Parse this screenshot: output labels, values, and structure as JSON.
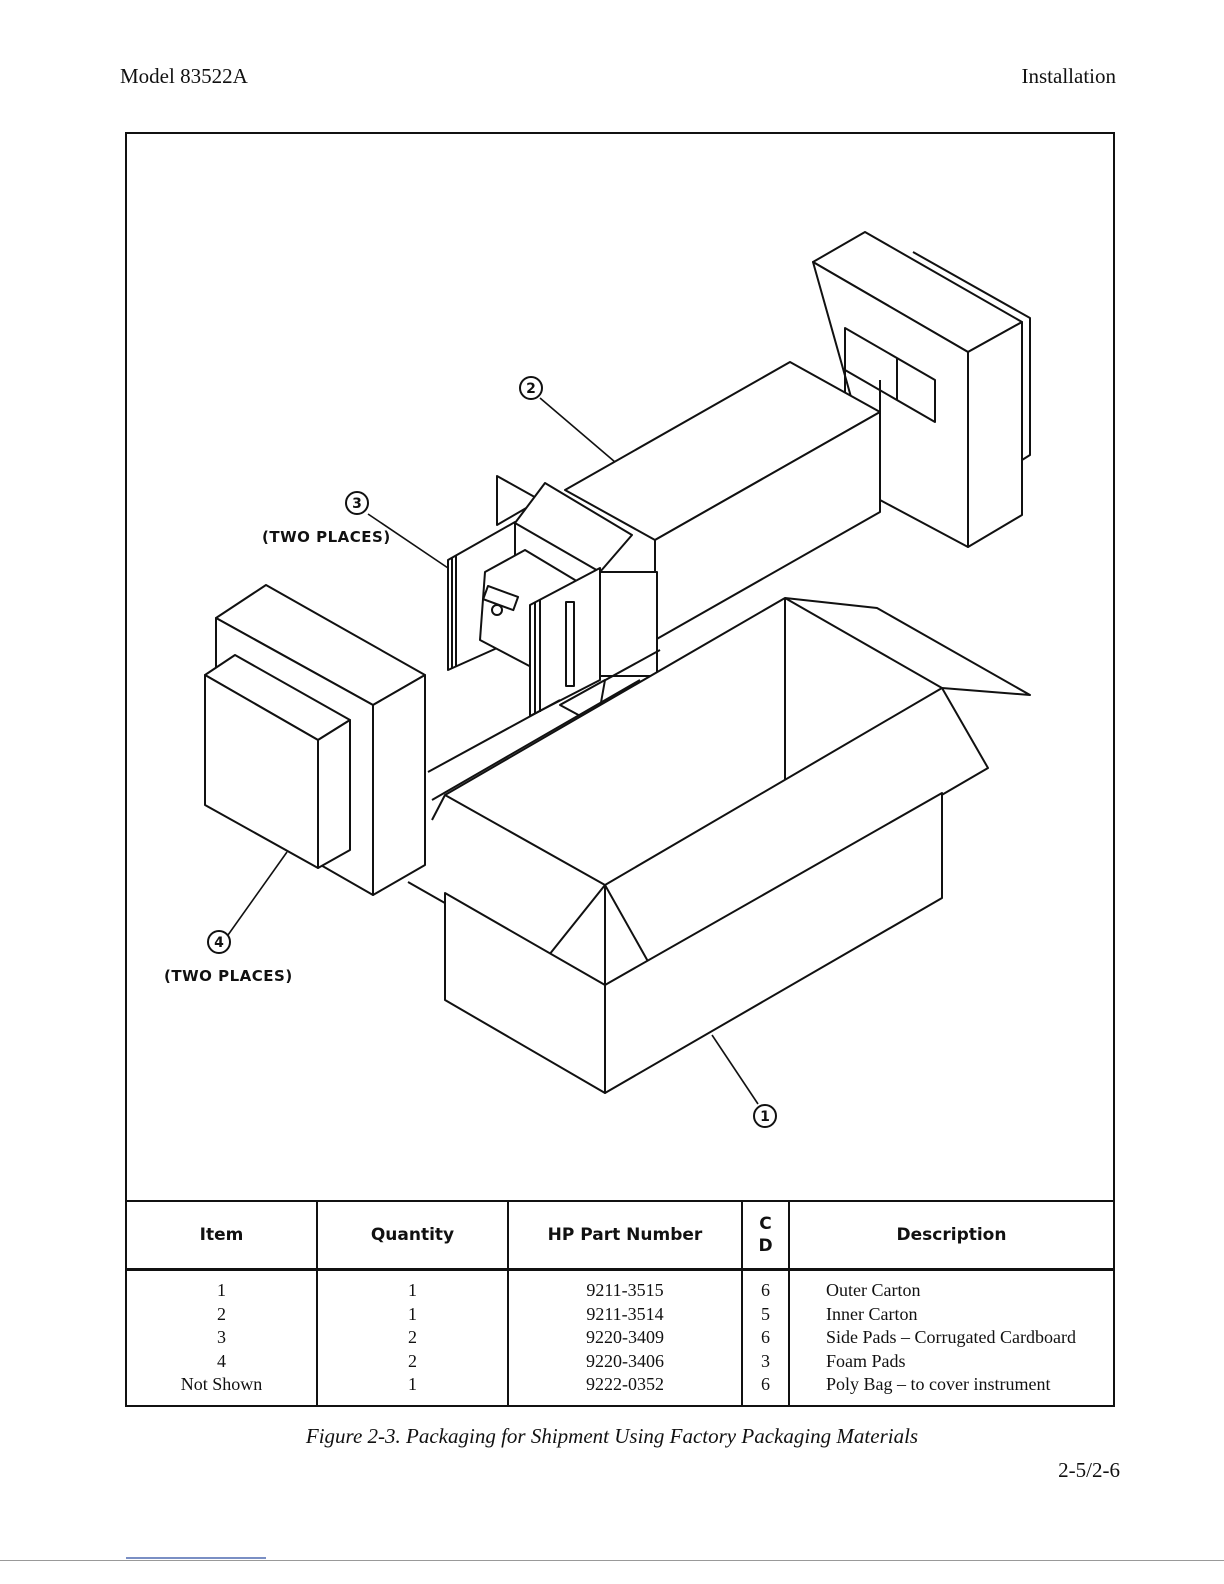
{
  "header": {
    "left": "Model 83522A",
    "right": "Installation"
  },
  "figure": {
    "callouts": [
      {
        "num": "1",
        "label": ""
      },
      {
        "num": "2",
        "label": ""
      },
      {
        "num": "3",
        "label": "(TWO PLACES)"
      },
      {
        "num": "4",
        "label": "(TWO PLACES)"
      }
    ]
  },
  "table": {
    "headers": {
      "item": "Item",
      "quantity": "Quantity",
      "part": "HP Part Number",
      "cd1": "C",
      "cd2": "D",
      "description": "Description"
    },
    "rows": [
      {
        "item": "1",
        "quantity": "1",
        "part": "9211-3515",
        "cd": "6",
        "description": "Outer Carton"
      },
      {
        "item": "2",
        "quantity": "1",
        "part": "9211-3514",
        "cd": "5",
        "description": "Inner Carton"
      },
      {
        "item": "3",
        "quantity": "2",
        "part": "9220-3409",
        "cd": "6",
        "description": "Side Pads – Corrugated Cardboard"
      },
      {
        "item": "4",
        "quantity": "2",
        "part": "9220-3406",
        "cd": "3",
        "description": "Foam Pads"
      },
      {
        "item": "Not Shown",
        "quantity": "1",
        "part": "9222-0352",
        "cd": "6",
        "description": "Poly Bag – to cover instrument"
      }
    ]
  },
  "caption": "Figure 2-3.  Packaging for Shipment Using Factory Packaging Materials",
  "page_number": "2-5/2-6"
}
